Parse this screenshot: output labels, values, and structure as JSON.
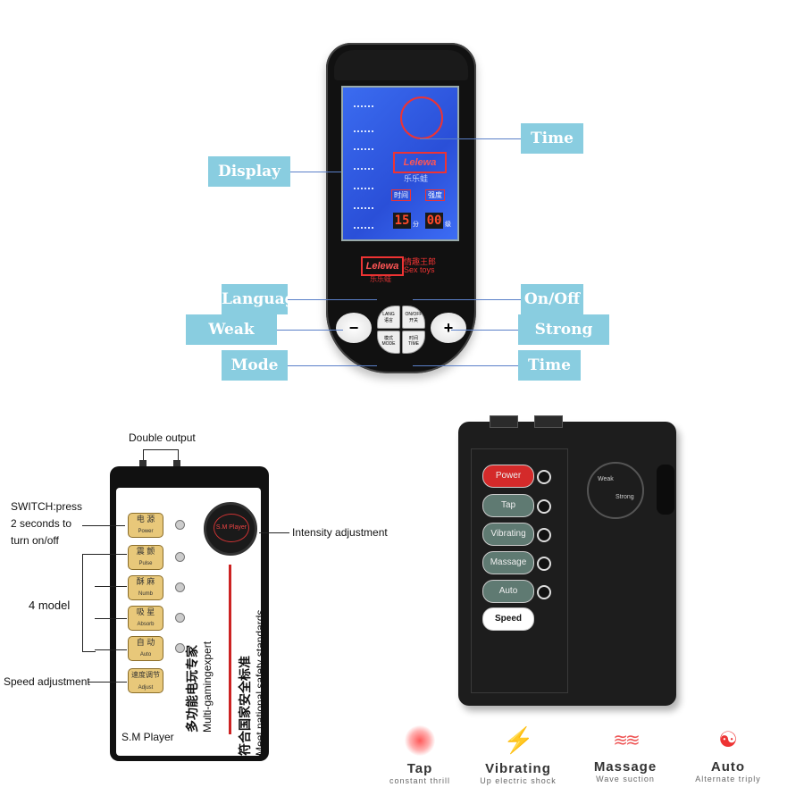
{
  "remote": {
    "brand": "Lelewa",
    "brand_cn": "乐乐蛙",
    "brand_sub_cn": "情趣王郎",
    "brand_sub": "Sex toys",
    "screen": {
      "brand": "Lelewa",
      "brand_cn": "乐乐蛙",
      "time_label": "时间",
      "intensity_label": "强度",
      "time_value": "15",
      "time_unit": "分",
      "intensity_value": "00",
      "intensity_unit": "级"
    },
    "keys": {
      "minus": "−",
      "plus": "+",
      "lang": "LANG",
      "lang_cn": "语言",
      "onoff": "ON/OFF",
      "onoff_cn": "开关",
      "mode": "MODE",
      "mode_cn": "模式",
      "time": "TIME",
      "time_cn": "时间"
    },
    "callouts": {
      "display": "Display",
      "time_top": "Time",
      "language": "Language",
      "onoff": "On/Off",
      "weak": "Weak",
      "strong": "Strong",
      "mode": "Mode",
      "time_bottom": "Time"
    }
  },
  "sm_player": {
    "name": "S.M Player",
    "slogan_cn1": "多功能电玩专家",
    "slogan_en1": "Multi-gamingexpert",
    "slogan_cn2": "符合国家安全标准",
    "slogan_en2": "Meet national safety standards",
    "knob": "S.M Player",
    "buttons": [
      {
        "cn": "电 源",
        "en": "Power"
      },
      {
        "cn": "震 颤",
        "en": "Pulse"
      },
      {
        "cn": "酥 麻",
        "en": "Numb"
      },
      {
        "cn": "吸 星",
        "en": "Absorb"
      },
      {
        "cn": "自 动",
        "en": "Auto"
      },
      {
        "cn": "速度调节",
        "en": "Adjust"
      }
    ],
    "notes": {
      "double_output": "Double output",
      "switch_1": "SWITCH:press",
      "switch_2": "2 seconds to",
      "switch_3": "turn on/off",
      "model": "4 model",
      "speed": "Speed adjustment",
      "intensity": "Intensity adjustment"
    }
  },
  "box": {
    "buttons": [
      "Power",
      "Tap",
      "Vibrating",
      "Massage",
      "Auto",
      "Speed"
    ],
    "knob_weak": "Weak",
    "knob_strong": "Strong"
  },
  "features": [
    {
      "title": "Tap",
      "sub": "constant thrill",
      "icon": "pulse-circle-icon"
    },
    {
      "title": "Vibrating",
      "sub": "Up electric shock",
      "icon": "lightning-icon"
    },
    {
      "title": "Massage",
      "sub": "Wave suction",
      "icon": "wave-icon"
    },
    {
      "title": "Auto",
      "sub": "Alternate triply",
      "icon": "yin-yang-icon"
    }
  ],
  "colors": {
    "callout": "#89cde0",
    "leader": "#5a7fc8",
    "lcd": "#2f5ae2",
    "power": "#d42a2a",
    "mode_btn": "#5f7a72",
    "gold_btn": "#e8c87a"
  }
}
